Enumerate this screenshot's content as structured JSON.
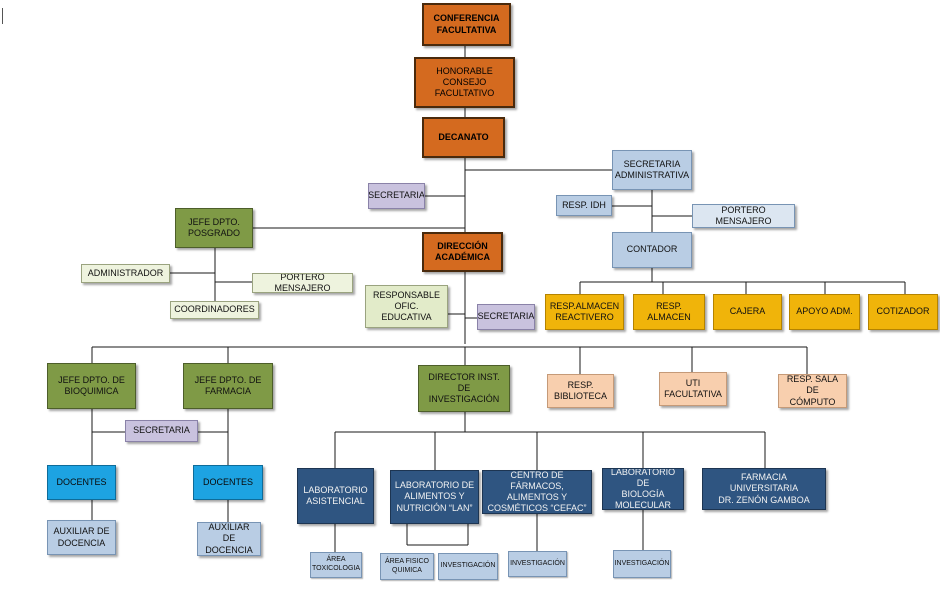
{
  "nodes": {
    "conferencia": "CONFERENCIA\nFACULTATIVA",
    "honorable": "HONORABLE\nCONSEJO\nFACULTATIVO",
    "decanato": "DECANATO",
    "secretaria_admin": "SECRETARIA\nADMINISTRATIVA",
    "secretaria_dec": "SECRETARIA",
    "resp_idh": "RESP. IDH",
    "portero_adm": "PORTERO MENSAJERO",
    "contador": "CONTADOR",
    "resp_almacen_react": "RESP.ALMACEN\nREACTIVERO",
    "resp_almacen": "RESP.\nALMACEN",
    "cajera": "CAJERA",
    "apoyo_adm": "APOYO ADM.",
    "cotizador": "COTIZADOR",
    "jefe_posgrado": "JEFE DPTO.\nPOSGRADO",
    "administrador": "ADMINISTRADOR",
    "portero_posgrado": "PORTERO MENSAJERO",
    "coordinadores": "COORDINADORES",
    "direccion_academica": "DIRECCIÓN\nACADÉMICA",
    "responsable_ofic": "RESPONSABLE\nOFIC. EDUCATIVA",
    "secretaria_acad": "SECRETARIA",
    "jefe_bioquimica": "JEFE DPTO. DE\nBIOQUIMICA",
    "jefe_farmacia": "JEFE DPTO. DE\nFARMACIA",
    "secretaria_dptos": "SECRETARIA",
    "director_inst": "DIRECTOR INST.\nDE INVESTIGACIÓN",
    "resp_biblioteca": "RESP.\nBIBLIOTECA",
    "uti": "UTI\nFACULTATIVA",
    "resp_sala": "RESP. SALA DE\nCÓMPUTO",
    "docentes_bio": "DOCENTES",
    "docentes_far": "DOCENTES",
    "auxiliar_bio": "AUXILIAR DE\nDOCENCIA",
    "auxiliar_far": "AUXILIAR DE\nDOCENCIA",
    "lab_asistencial": "LABORATORIO\nASISTENCIAL",
    "lab_alimentos": "LABORATORIO DE\nALIMENTOS Y\nNUTRICIÓN “LAN”",
    "cefac": "CENTRO DE FÁRMACOS,\nALIMENTOS Y\nCOSMÉTICOS “CEFAC”",
    "lab_biologia": "LABORATORIO DE\nBIOLOGÍA\nMOLECULAR",
    "farmacia_univ": "FARMACIA UNIVERSITARIA\nDR. ZENÓN GAMBOA",
    "area_toxicologia": "ÁREA\nTOXICOLOGIA",
    "area_fisico": "ÁREA FISICO\nQUIMICA",
    "investigacion_lan": "INVESTIGACIÓN",
    "investigacion_cefac": "INVESTIGACIÓN",
    "investigacion_bio": "INVESTIGACIÓN"
  },
  "colors": {
    "orange": "#d46a1f",
    "green": "#7f9a46",
    "light_blue": "#b9cde4",
    "violet": "#c9c2de",
    "gold": "#f0b40a",
    "peach": "#f8cfae",
    "cyan": "#1da3e2",
    "navy": "#2f5581",
    "connector": "#1a1a1a"
  }
}
